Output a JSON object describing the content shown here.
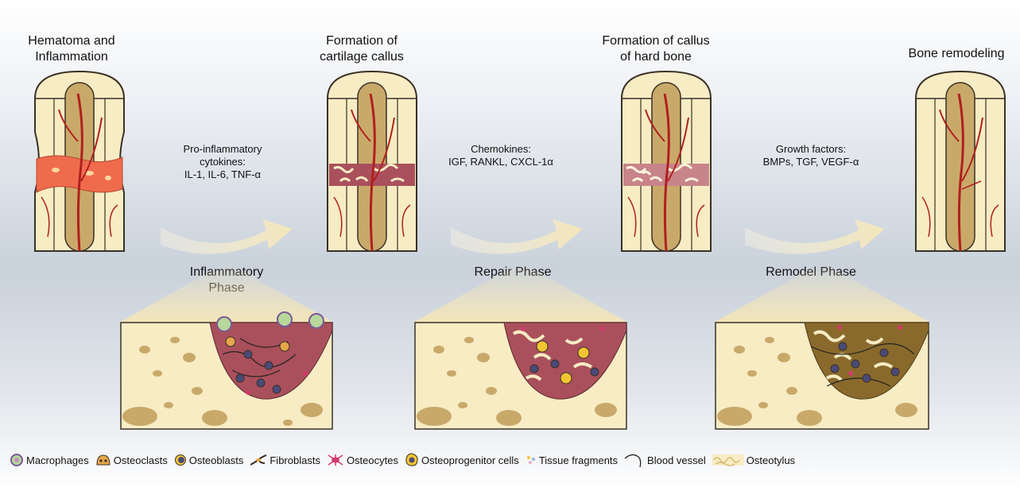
{
  "stages": [
    {
      "title": "Hematoma and\nInflammation"
    },
    {
      "title": "Formation of\ncartilage callus"
    },
    {
      "title": "Formation of callus\nof hard bone"
    },
    {
      "title": "Bone remodeling"
    }
  ],
  "factors": [
    {
      "text": "Pro-inflammatory\ncytokines:\nIL-1, IL-6, TNF-α"
    },
    {
      "text": "Chemokines:\nIGF, RANKL, CXCL-1α"
    },
    {
      "text": "Growth factors:\nBMPs, TGF, VEGF-α"
    }
  ],
  "phases": [
    {
      "label": "Inflammatory\nPhase"
    },
    {
      "label": "Repair Phase"
    },
    {
      "label": "Remodel Phase"
    }
  ],
  "legend": [
    {
      "label": "Macrophages",
      "icon": "macrophage-icon"
    },
    {
      "label": "Osteoclasts",
      "icon": "osteoclast-icon"
    },
    {
      "label": "Osteoblasts",
      "icon": "osteoblast-icon"
    },
    {
      "label": "Fibroblasts",
      "icon": "fibroblast-icon"
    },
    {
      "label": "Osteocytes",
      "icon": "osteocyte-icon"
    },
    {
      "label": "Osteoprogenitor cells",
      "icon": "osteoprogenitor-icon"
    },
    {
      "label": "Tissue fragments",
      "icon": "tissue-fragment-icon"
    },
    {
      "label": "Blood vessel",
      "icon": "blood-vessel-icon"
    },
    {
      "label": "Osteotylus",
      "icon": "osteotylus-icon"
    }
  ],
  "colors": {
    "bone": "#f7ecc4",
    "bone_outline": "#3a3126",
    "marrow": "#c9a96a",
    "vessel": "#b0201e",
    "hematoma": "#ef6b4c",
    "cartilage_callus": "#a9505c",
    "hard_callus": "#8a6a2c",
    "arrow": "#f3e7c0"
  }
}
